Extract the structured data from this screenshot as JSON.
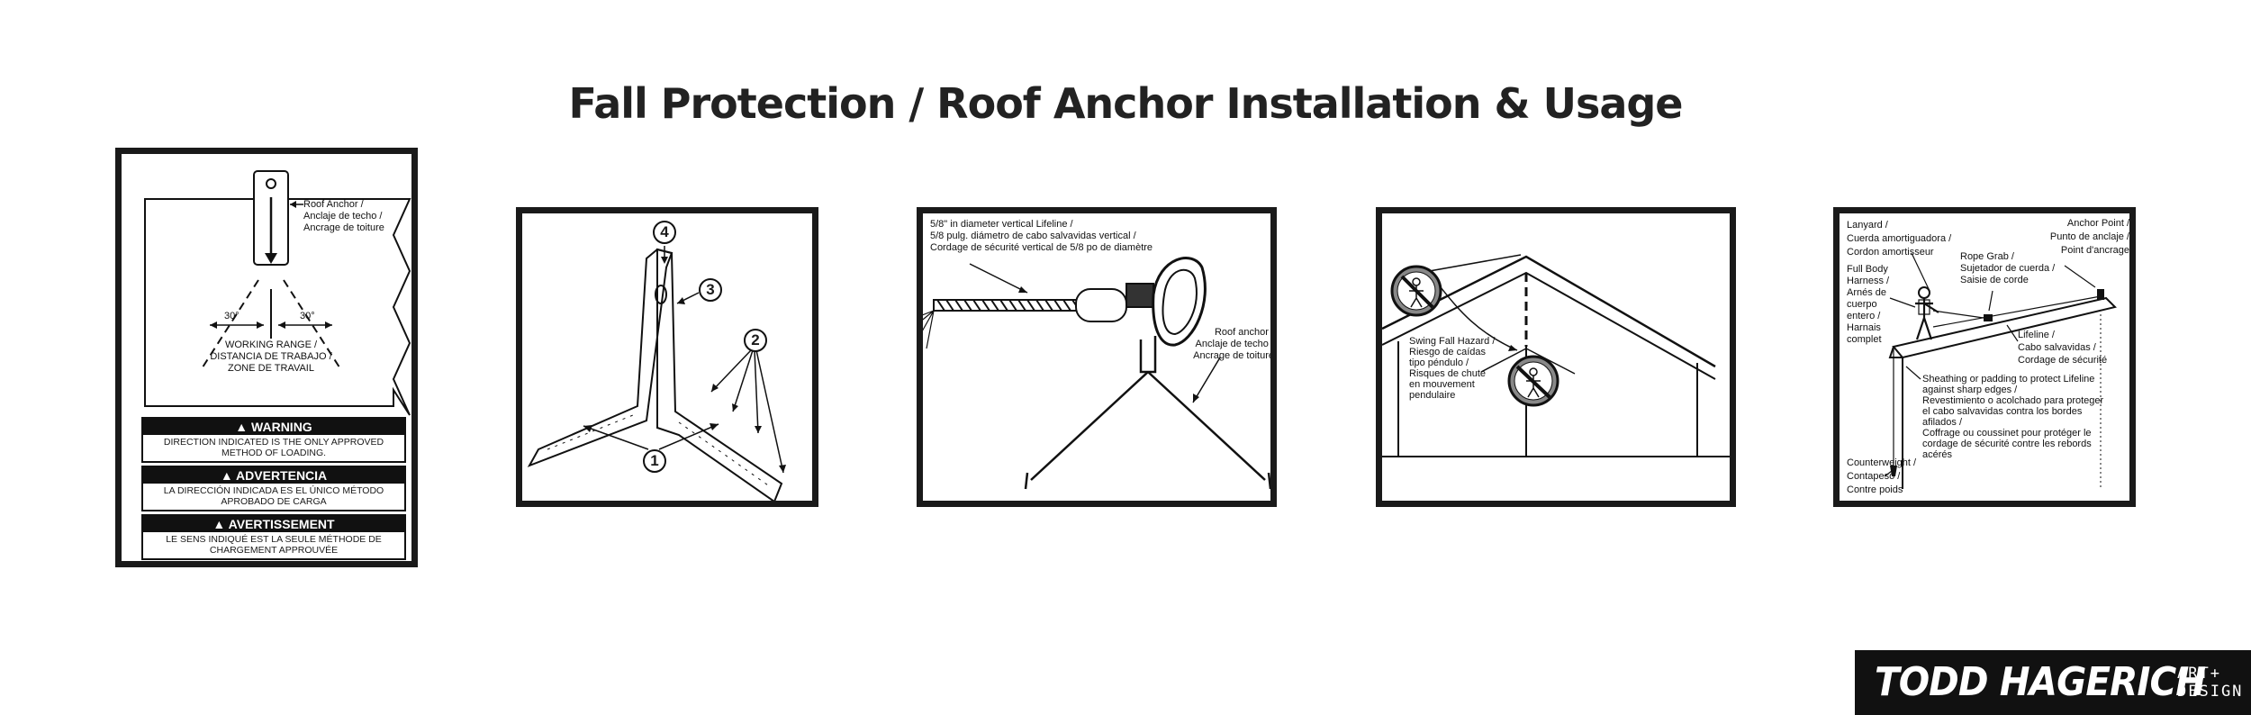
{
  "title": "Fall Protection / Roof Anchor Installation & Usage",
  "panel1": {
    "anchor_label": [
      "Roof Anchor /",
      "Anclaje de techo /",
      "Ancrage de toiture"
    ],
    "angle_left": "30°",
    "angle_right": "30°",
    "range_label": [
      "WORKING RANGE /",
      "DISTANCIA DE TRABAJO /",
      "ZONE DE TRAVAIL"
    ],
    "warnings": [
      {
        "heading": "▲ WARNING",
        "text": "DIRECTION INDICATED IS THE ONLY APPROVED METHOD OF LOADING."
      },
      {
        "heading": "▲ ADVERTENCIA",
        "text": "LA DIRECCIÓN INDICADA ES EL ÚNICO MÉTODO APROBADO DE CARGA"
      },
      {
        "heading": "▲ AVERTISSEMENT",
        "text": "LE SENS INDIQUÉ EST LA SEULE MÉTHODE DE CHARGEMENT APPROUVÉE"
      }
    ]
  },
  "panel2": {
    "callout_1": "1",
    "callout_2": "2",
    "callout_3": "3",
    "callout_4": "4"
  },
  "panel3": {
    "lifeline_label": [
      "5/8\" in diameter vertical Lifeline /",
      "5/8 pulg. diámetro de cabo salvavidas vertical /",
      "Cordage de sécurité vertical de 5/8 po de diamètre"
    ],
    "anchor_label": [
      "Roof anchor /",
      "Anclaje de techo /",
      "Ancrage de toiture"
    ]
  },
  "panel4": {
    "hazard_label": [
      "Swing Fall Hazard /",
      "Riesgo de caídas",
      "tipo péndulo /",
      "Risques de chute",
      "en mouvement",
      "pendulaire"
    ]
  },
  "panel5": {
    "lanyard": [
      "Lanyard /",
      "Cuerda amortiguadora /",
      "Cordon amortisseur"
    ],
    "anchor_point": [
      "Anchor Point /",
      "Punto de anclaje /",
      "Point d'ancrage"
    ],
    "harness": [
      "Full Body",
      "Harness /",
      "Arnés de",
      "cuerpo",
      "entero /",
      "Harnais",
      "complet"
    ],
    "rope_grab": [
      "Rope Grab /",
      "Sujetador de cuerda /",
      "Saisie de corde"
    ],
    "lifeline": [
      "Lifeline /",
      "Cabo salvavidas /",
      "Cordage de sécurité"
    ],
    "sheathing": [
      "Sheathing or padding to protect Lifeline",
      "against sharp edges /",
      "Revestimiento o acolchado para proteger",
      "el cabo salvavidas contra los bordes",
      "afilados /",
      "Coffrage ou coussinet pour protéger le",
      "cordage de sécurité contre les rebords",
      "acérés"
    ],
    "counterweight": [
      "Counterweight /",
      "Contapeso /",
      "Contre poids"
    ]
  },
  "logo": {
    "name": "TODD HAGERICH",
    "sub1": "ART+",
    "sub2": "DESIGN"
  }
}
